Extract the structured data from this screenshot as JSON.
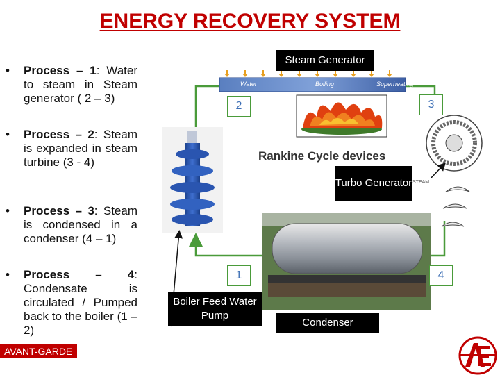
{
  "title": "ENERGY RECOVERY SYSTEM",
  "processes": [
    {
      "name": "Process – 1",
      "text": ": Water to steam in Steam generator ( 2 – 3)"
    },
    {
      "name": "Process – 2",
      "text": ": Steam is expanded in steam turbine (3 - 4)"
    },
    {
      "name": "Process – 3",
      "text": ": Steam is condensed in a condenser (4 – 1)"
    },
    {
      "name": "Process – 4",
      "text": ": Condensate is circulated / Pumped back to the boiler (1 – 2)"
    }
  ],
  "diagram": {
    "steam_generator": "Steam Generator",
    "turbo_generator": "Turbo Generator",
    "boiler_feed_pump": "Boiler Feed Water Pump",
    "condenser": "Condenser",
    "rankine_label": "Rankine Cycle devices",
    "tube_labels": [
      "Water",
      "Boiling",
      "Superheating"
    ],
    "turbine_label": "STEAM",
    "points": [
      "2",
      "3",
      "1",
      "4"
    ]
  },
  "footer": "AVANT-GARDE",
  "colors": {
    "title": "#c00000",
    "flow_line": "#4a9b3a",
    "point_label": "#3d6fb5",
    "footer_bg": "#c00000"
  }
}
